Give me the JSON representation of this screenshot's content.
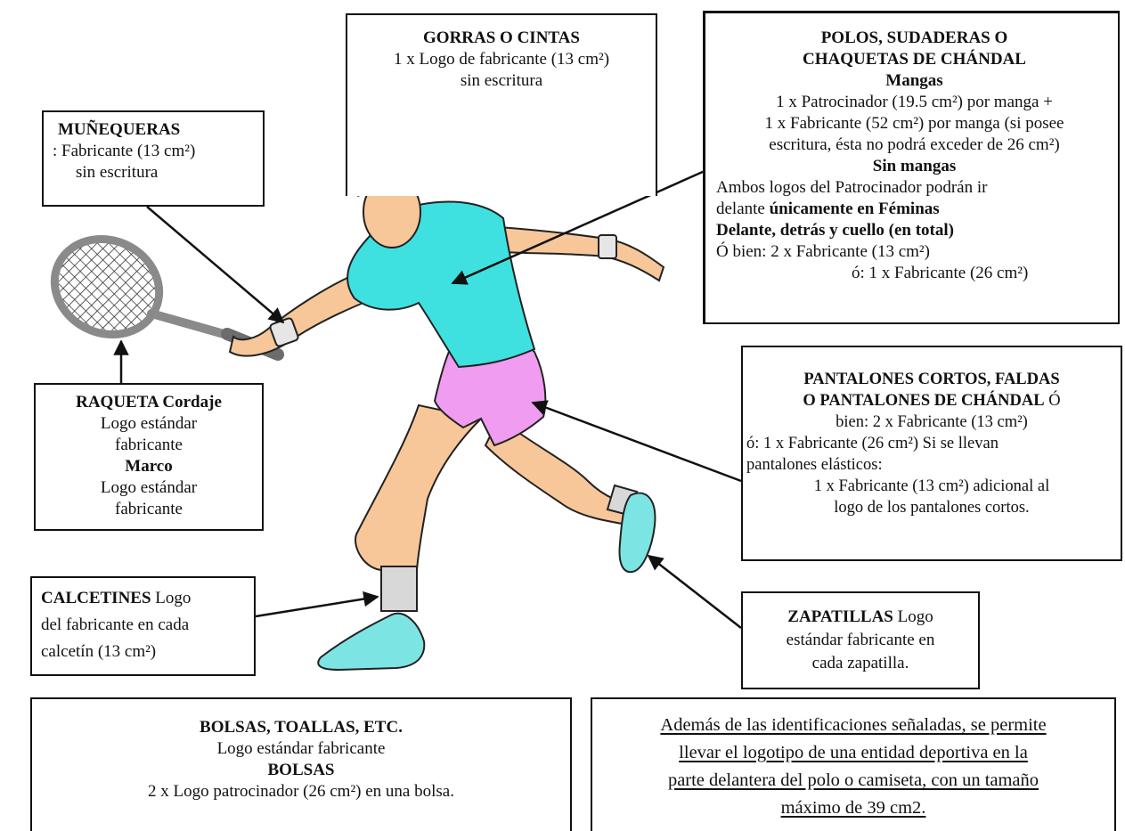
{
  "boxes": {
    "gorras": {
      "title": "GORRAS O CINTAS",
      "lines": [
        "1 x Logo de fabricante (13 cm²)",
        "sin escritura"
      ]
    },
    "polos": {
      "title_lines": [
        "POLOS, SUDADERAS O",
        "CHAQUETAS DE CHÁNDAL"
      ],
      "mangas_heading": "Mangas",
      "mangas_lines": [
        "1 x Patrocinador (19.5 cm²) por manga +",
        "1 x Fabricante (52 cm²) por manga (si posee",
        "escritura, ésta no podrá exceder de 26 cm²)"
      ],
      "sin_mangas_heading": "Sin mangas",
      "sin_mangas_line1": "Ambos logos del Patrocinador podrán ir",
      "sin_mangas_line2_plain": "delante ",
      "sin_mangas_line2_bold": "únicamente en Féminas",
      "delante_heading": "Delante, detrás y cuello (en total)",
      "option1": "Ó bien:  2 x Fabricante (13 cm²)",
      "option2": "ó:    1 x Fabricante (26 cm²)"
    },
    "munequeras": {
      "title": "MUÑEQUERAS",
      "lines": [
        ": Fabricante (13 cm²)",
        "sin escritura"
      ]
    },
    "raqueta": {
      "title_bold": "RAQUETA Cordaje",
      "lines1": [
        "Logo estándar",
        "fabricante"
      ],
      "marco": "Marco",
      "lines2": [
        "Logo estándar",
        "fabricante"
      ]
    },
    "pantalones": {
      "title_line1": "PANTALONES CORTOS, FALDAS",
      "title_line2_bold": "O PANTALONES DE CHÁNDAL",
      "title_line2_plain": " Ó",
      "lines": [
        "bien: 2 x Fabricante (13 cm²)",
        "ó: 1 x Fabricante (26 cm²) Si se llevan",
        "pantalones elásticos:",
        "1 x Fabricante (13 cm²) adicional al",
        "logo de los pantalones cortos."
      ]
    },
    "calcetines": {
      "title_bold": "CALCETINES",
      "title_plain": " Logo",
      "lines": [
        "del fabricante en cada",
        "calcetín (13 cm²)"
      ]
    },
    "zapatillas": {
      "title_bold": "ZAPATILLAS",
      "title_plain": " Logo",
      "lines": [
        "estándar fabricante en",
        "cada zapatilla."
      ]
    },
    "bolsas": {
      "title": "BOLSAS, TOALLAS, ETC.",
      "line1": "Logo estándar fabricante",
      "heading2": "BOLSAS",
      "line2": "2 x Logo patrocinador (26 cm²) en una bolsa."
    },
    "note": {
      "lines": [
        "Además de las identificaciones señaladas, se permite",
        "llevar el logotipo de una entidad deportiva en la",
        "parte delantera del polo o camiseta, con un tamaño",
        "máximo de 39 cm2."
      ]
    }
  },
  "colors": {
    "shirt": "#3fe0e0",
    "shorts": "#f09cf0",
    "skin": "#f7c79a",
    "hair": "#c8591e",
    "headband": "#e8433a",
    "racket": "#9a9a9a",
    "shoes": "#7de4e4",
    "socks": "#d8d8d8"
  }
}
